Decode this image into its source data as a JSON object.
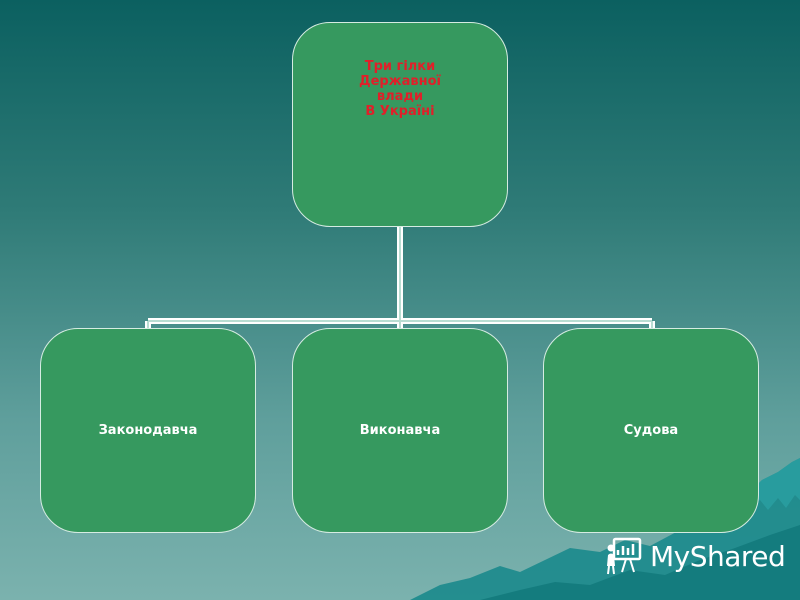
{
  "diagram": {
    "root": {
      "lines": [
        "Три гілки",
        "Державної",
        "влади",
        "В Україні"
      ]
    },
    "children": [
      {
        "label": "Законодавча"
      },
      {
        "label": "Виконавча"
      },
      {
        "label": "Судова"
      }
    ]
  },
  "watermark": {
    "text": "MyShared",
    "icon": "presentation-board-icon"
  },
  "colors": {
    "node_fill": "#36995f",
    "node_border": "#d6ece2",
    "root_text": "#e0202a",
    "child_text": "#ffffff",
    "connector": "#ffffff",
    "background_top": "#0b6060",
    "background_bottom": "#7bb2ae"
  }
}
